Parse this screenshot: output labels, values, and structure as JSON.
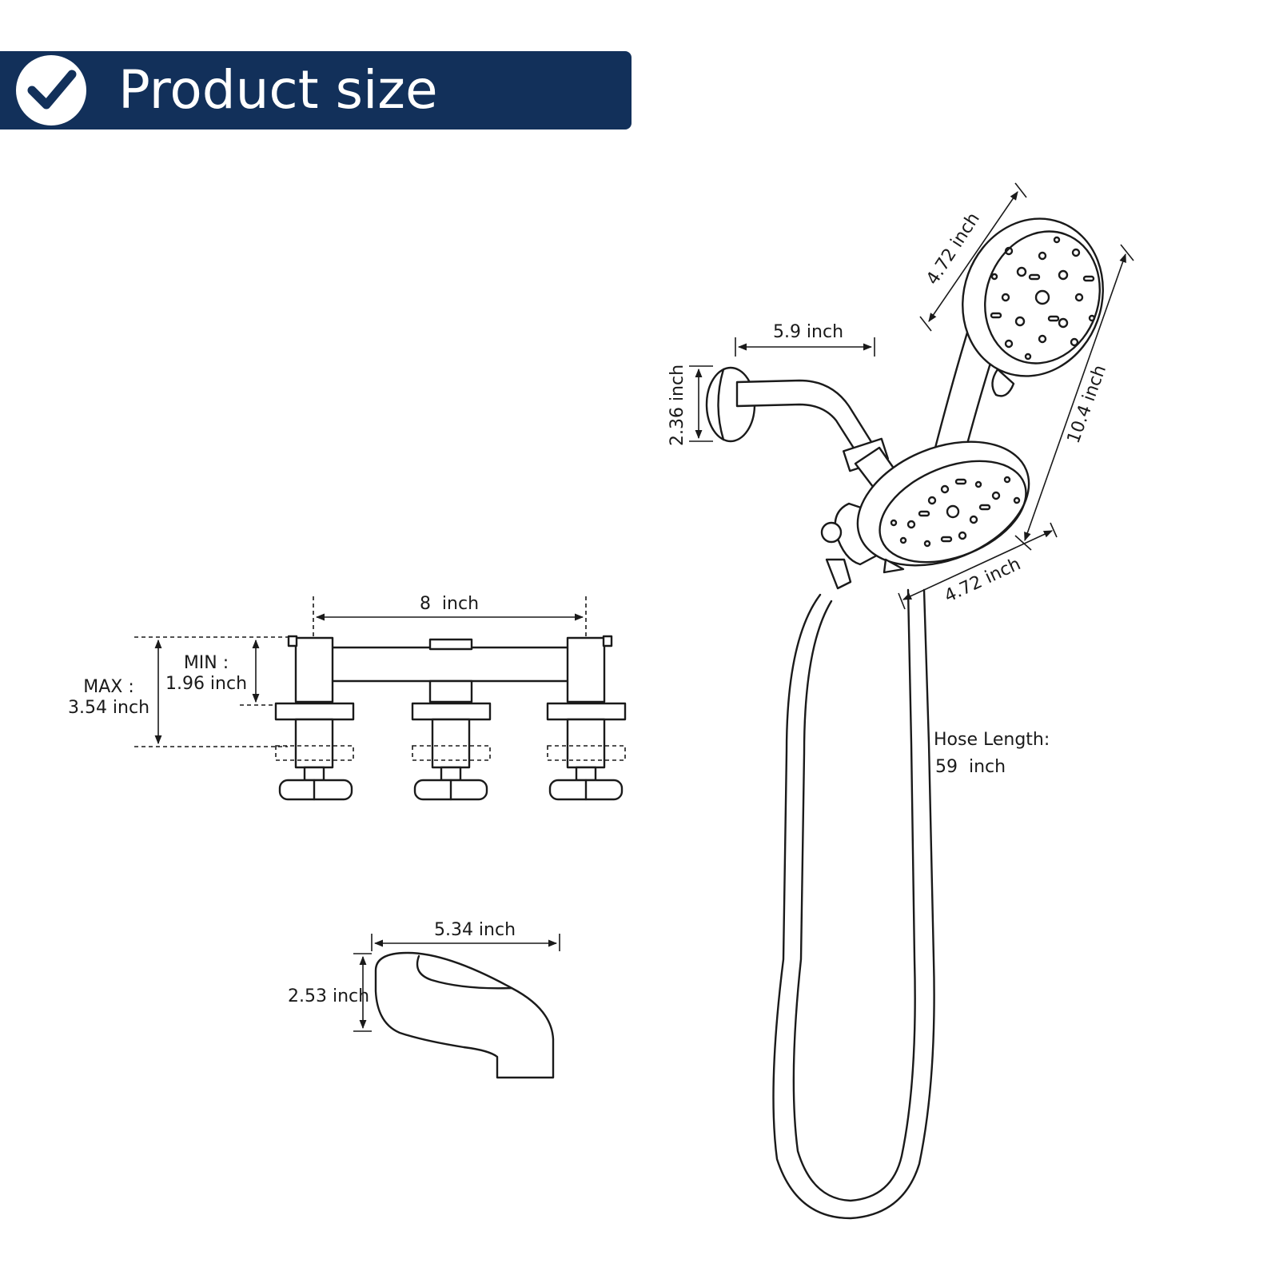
{
  "header": {
    "title": "Product size",
    "icon": "checkmark-circle-icon",
    "background_color": "#12305a",
    "text_color": "#ffffff"
  },
  "valves": {
    "width_label": "8  inch",
    "min_label_line1": "MIN :",
    "min_label_line2": "1.96 inch",
    "max_label_line1": "MAX :",
    "max_label_line2": "3.54 inch"
  },
  "spout": {
    "length_label": "5.34 inch",
    "height_label": "2.53 inch"
  },
  "shower_arm": {
    "length_label": "5.9 inch",
    "flange_label": "2.36 inch"
  },
  "hand_shower": {
    "diameter_label": "4.72 inch",
    "height_label": "10.4 inch"
  },
  "fixed_head": {
    "diameter_label": "4.72 inch"
  },
  "hose": {
    "label_line1": "Hose Length:",
    "label_line2": "59  inch"
  }
}
